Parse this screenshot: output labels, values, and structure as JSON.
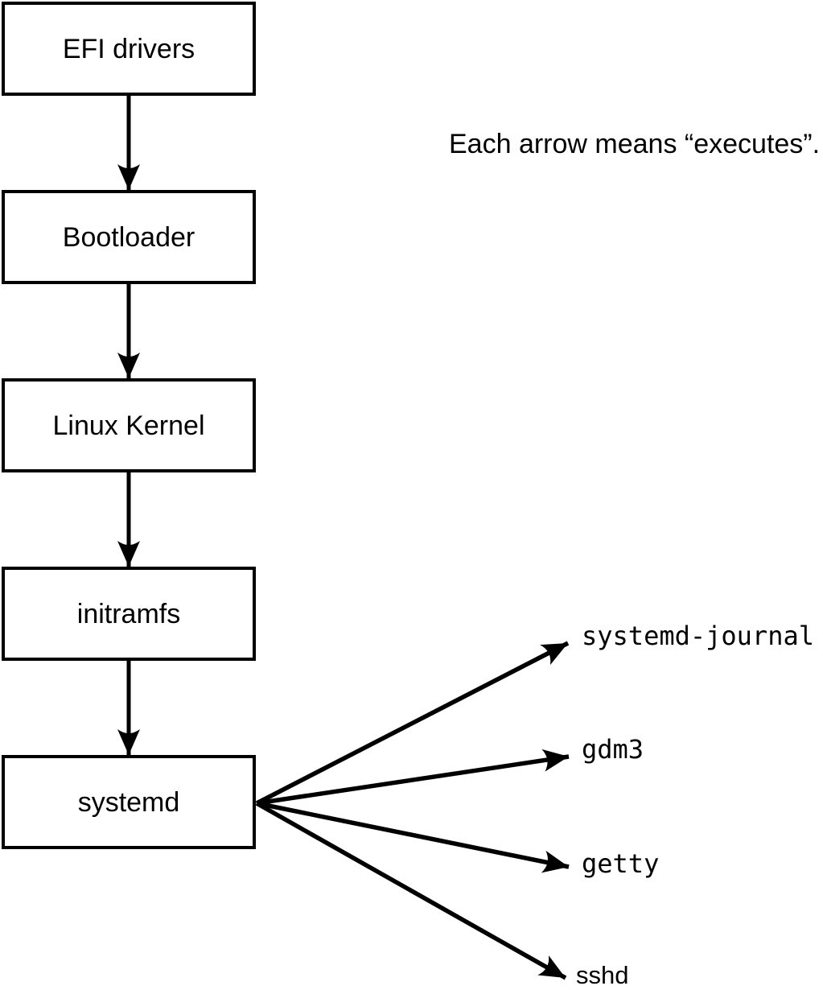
{
  "diagram": {
    "note": "Each arrow means “executes”.",
    "chain_nodes": [
      {
        "label": "EFI drivers"
      },
      {
        "label": "Bootloader"
      },
      {
        "label": "Linux Kernel"
      },
      {
        "label": "initramfs"
      },
      {
        "label": "systemd"
      }
    ],
    "spawned_processes": [
      {
        "label": "systemd-journal"
      },
      {
        "label": "gdm3"
      },
      {
        "label": "getty"
      },
      {
        "label": "sshd"
      }
    ],
    "arrow_meaning": "executes",
    "colors": {
      "line": "#000000",
      "box_border": "#000000",
      "box_fill": "#ffffff",
      "background": "#ffffff",
      "text": "#000000"
    }
  }
}
